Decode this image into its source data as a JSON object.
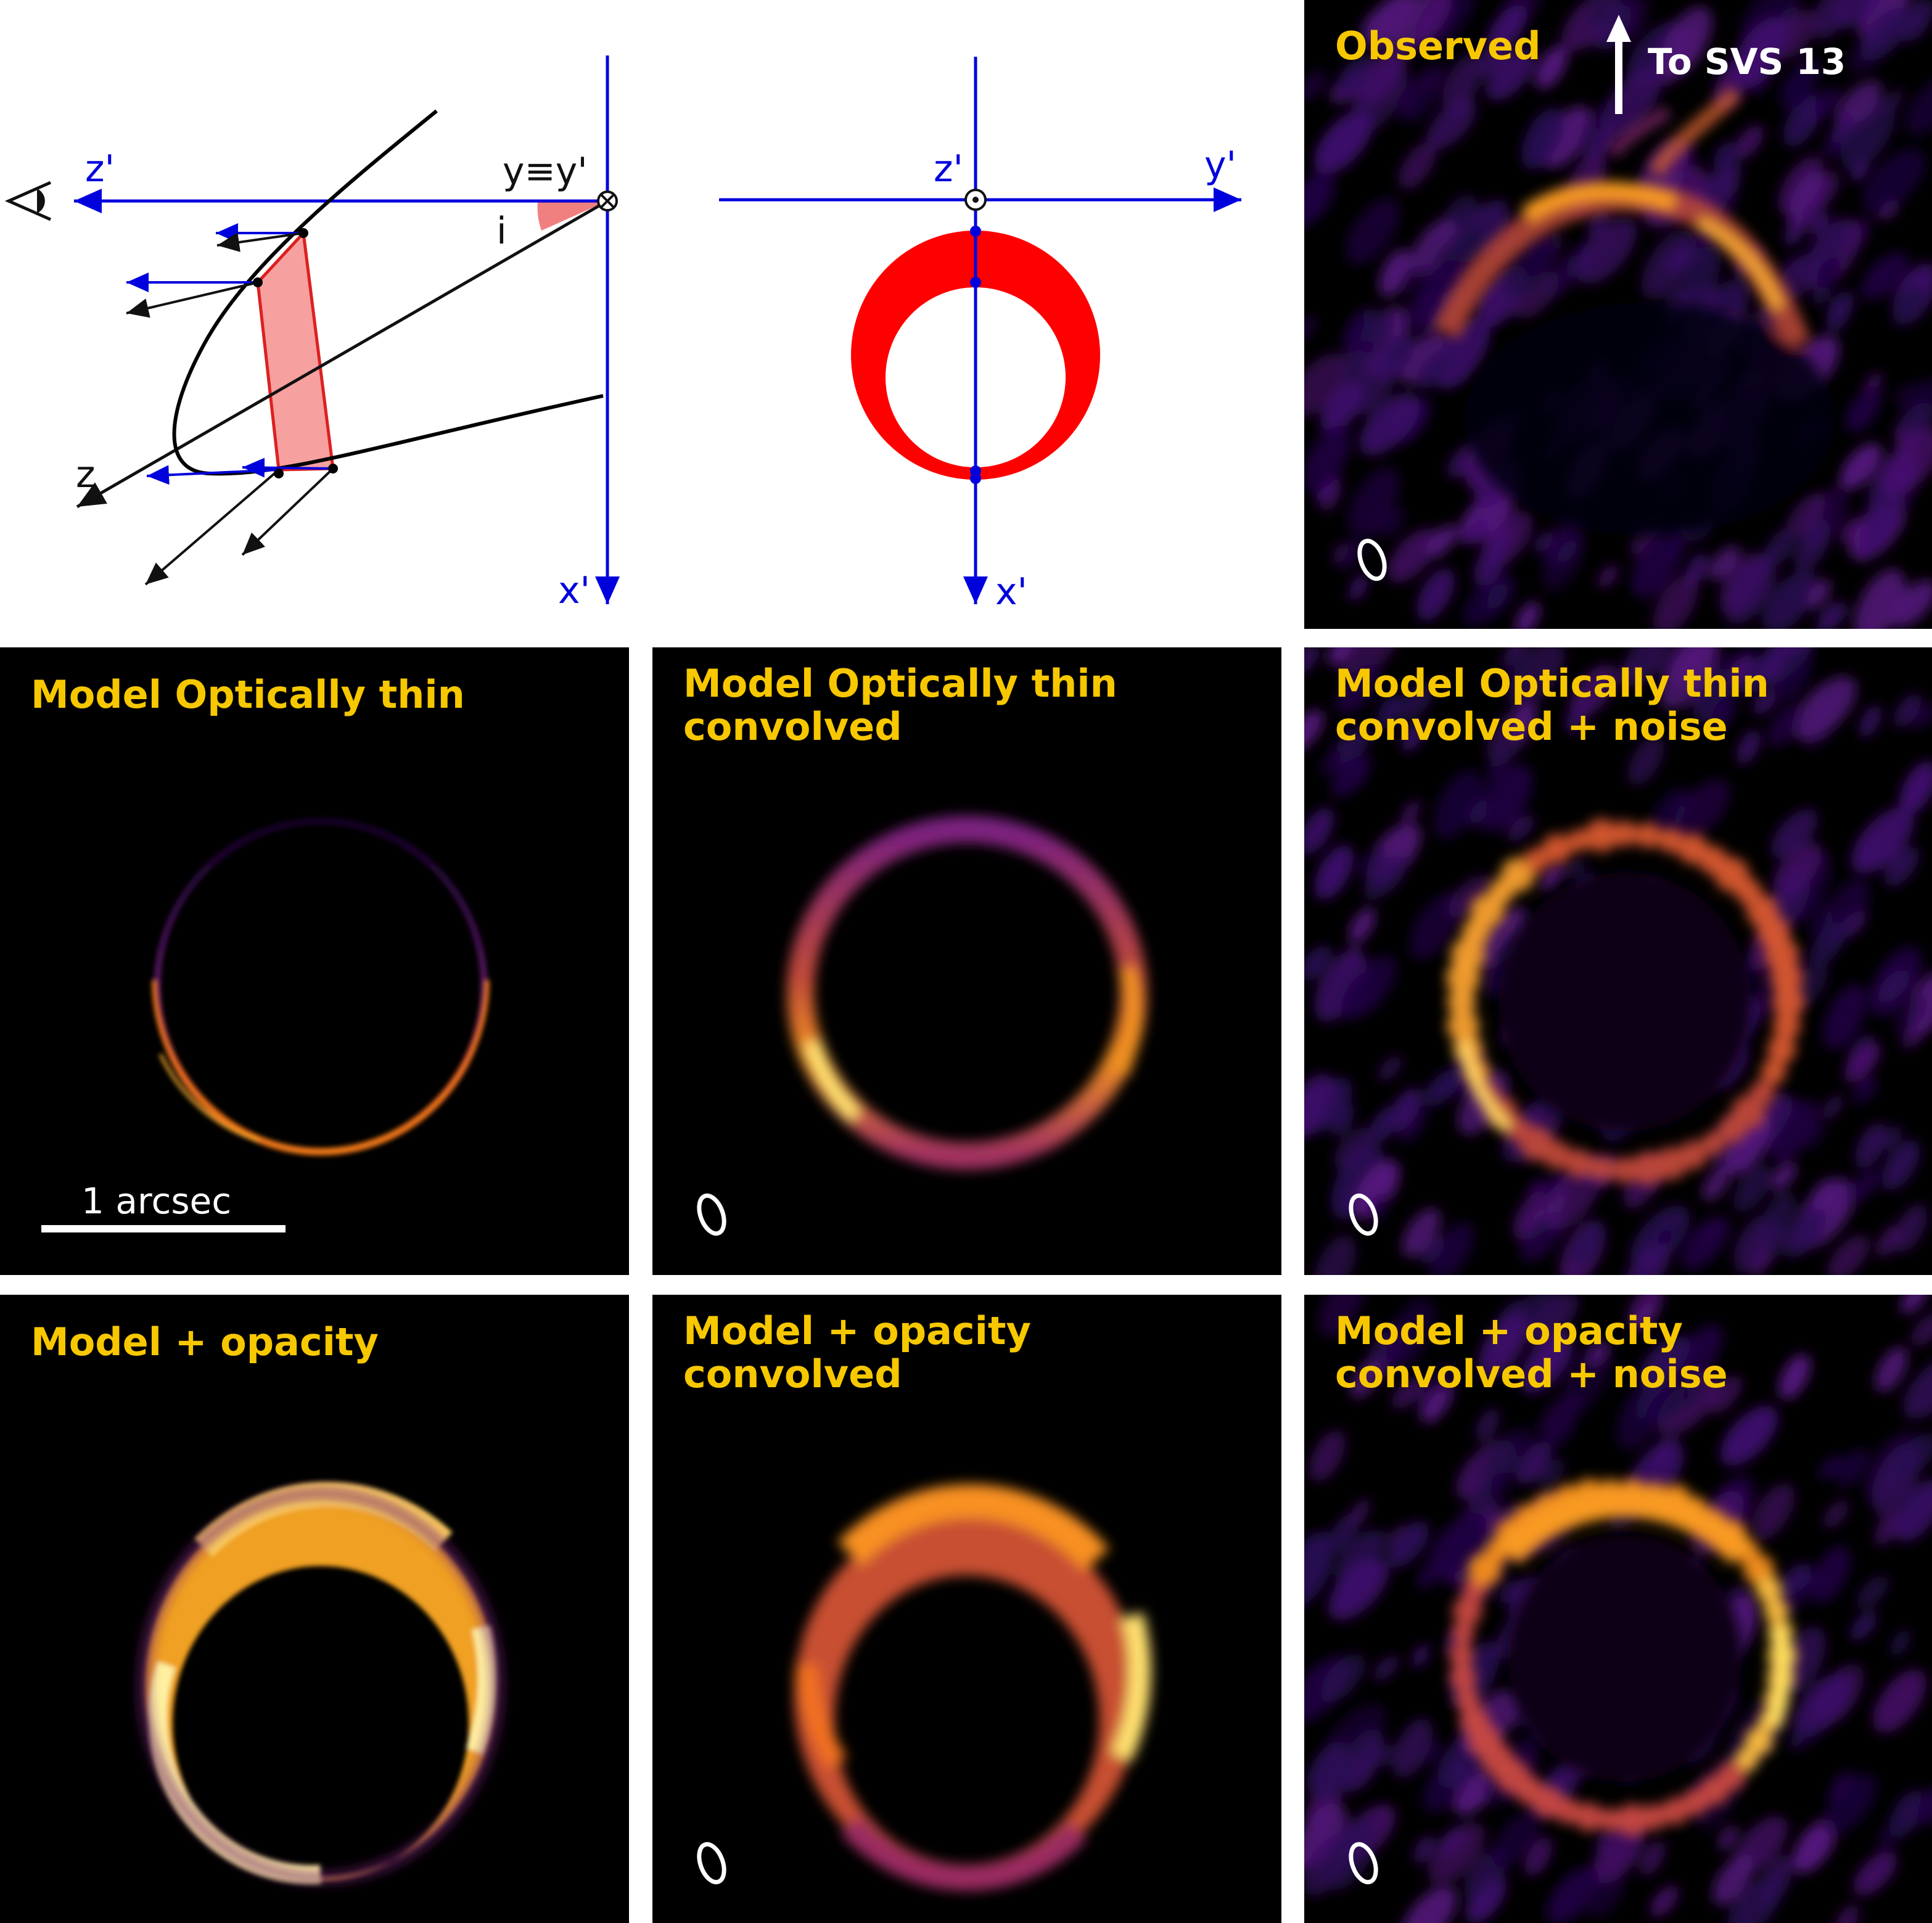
{
  "figure": {
    "panels": [
      {
        "id": "geometry-side",
        "axis_labels": {
          "zp": "z'",
          "yequiv": "y≡y'",
          "i": "i",
          "z": "z",
          "xp": "x'"
        }
      },
      {
        "id": "geometry-front",
        "axis_labels": {
          "zp": "z'",
          "yp": "y'",
          "xp": "x'"
        }
      },
      {
        "id": "observed",
        "title": "Observed",
        "direction_label": "To SVS 13",
        "style": "observed"
      },
      {
        "id": "thin",
        "title": "Model Optically thin",
        "scale_label": "1 arcsec",
        "style": "thin"
      },
      {
        "id": "thin-conv",
        "title": "Model Optically thin\nconvolved",
        "style": "thin-conv"
      },
      {
        "id": "thin-conv-noise",
        "title": "Model Optically thin\nconvolved + noise",
        "style": "thin-noise"
      },
      {
        "id": "opac",
        "title": "Model + opacity",
        "style": "opac"
      },
      {
        "id": "opac-conv",
        "title": "Model + opacity\nconvolved",
        "style": "opac-conv"
      },
      {
        "id": "opac-conv-noise",
        "title": "Model + opacity\nconvolved + noise",
        "style": "opac-noise"
      }
    ]
  },
  "colors": {
    "title_text": "#f7c800",
    "axis_blue": "#0000dd",
    "ring_red": "#ff0000",
    "band_pink": "#f7a0a0",
    "background_dark": "#000000"
  },
  "colormap": "inferno-like"
}
